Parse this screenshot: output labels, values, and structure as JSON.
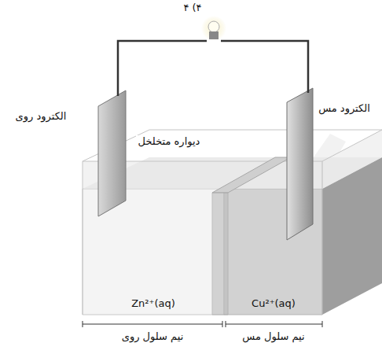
{
  "diagram": {
    "labels": [
      "۴ (۴",
      "الکترود روی",
      "الکترود مس",
      "دیواره متخلخل",
      "Zn²⁺(aq)",
      "Cu²⁺(aq)",
      "نیم سلول روی",
      "نیم سلول مس"
    ]
  }
}
